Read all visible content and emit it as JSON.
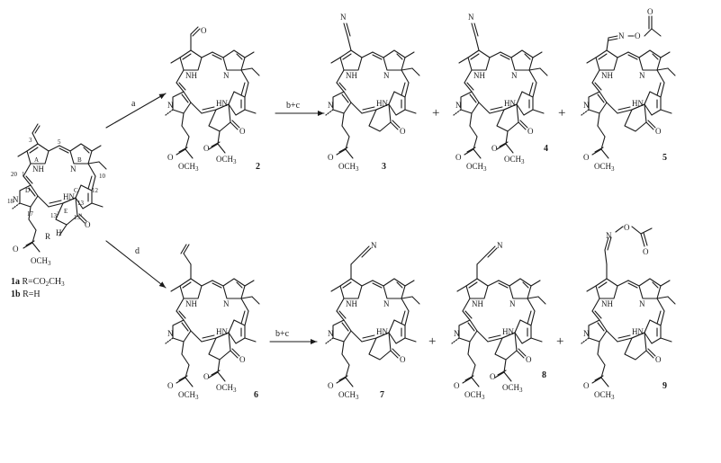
{
  "reagents": {
    "a": "a",
    "bc_top": "b+c",
    "d": "d",
    "bc_bottom": "b+c"
  },
  "plus": "+",
  "atoms": {
    "NH": "NH",
    "HN": "HN",
    "N": "N",
    "O": "O",
    "OCH3": "OCH",
    "sub3": "3",
    "R": "R",
    "H": "H",
    "N_cyano": "N"
  },
  "ring_labels": {
    "A": "A",
    "B": "B",
    "C": "C",
    "D": "D",
    "E": "E"
  },
  "positions": {
    "p3": "3",
    "p5": "5",
    "p1": "1",
    "p20": "20",
    "p10": "10",
    "p12": "12",
    "p13": "13",
    "p18": "18",
    "p17": "17",
    "p132": "13",
    "p131": "13",
    "sup2": "2",
    "sup1": "1"
  },
  "compounds": {
    "c2": "2",
    "c3": "3",
    "c4": "4",
    "c5": "5",
    "c6": "6",
    "c7": "7",
    "c8": "8",
    "c9": "9"
  },
  "legend": {
    "la_bold": "1a",
    "la_text": " R=CO",
    "la_sub2": "2",
    "la_text2": "CH",
    "la_sub3": "3",
    "lb_bold": "1b",
    "lb_text": " R=H"
  },
  "groups": {
    "acetyl_O": "O",
    "oxime_N": "N",
    "oxime_O": "O"
  }
}
